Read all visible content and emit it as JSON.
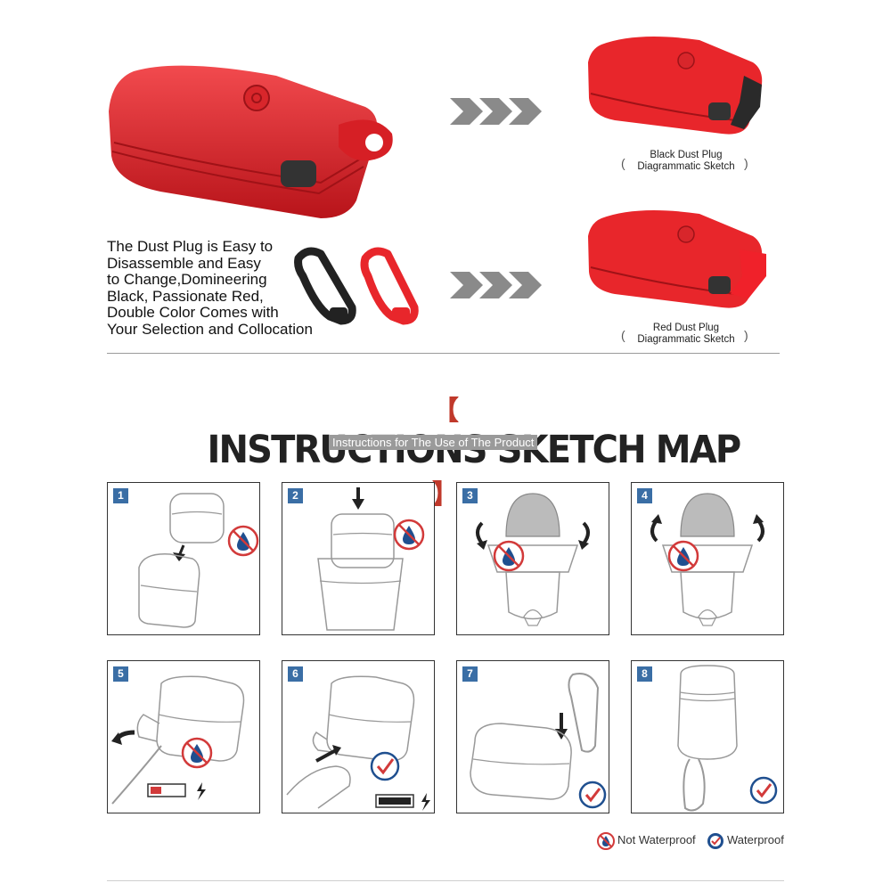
{
  "top": {
    "black_caption_line1": "Black Dust Plug",
    "black_caption_line2": "Diagrammatic Sketch",
    "red_caption_line1": "Red Dust Plug",
    "red_caption_line2": "Diagrammatic Sketch",
    "paren_open": "(",
    "paren_close": ")",
    "description_lines": [
      "The Dust Plug is Easy to",
      "Disassemble and Easy",
      "to Change,Domineering",
      "Black, Passionate Red,",
      "Double Color Comes with",
      "Your Selection and Collocation"
    ]
  },
  "instructions": {
    "bracket_left": "【",
    "title": "INSTRUCTIONS SKETCH MAP",
    "bracket_right": "】",
    "subtitle": "Instructions for The Use of The Product",
    "steps": [
      "1",
      "2",
      "3",
      "4",
      "5",
      "6",
      "7",
      "8"
    ]
  },
  "legend": {
    "not_waterproof": "Not Waterproof",
    "waterproof": "Waterproof"
  },
  "colors": {
    "case_red": "#e8262b",
    "accent_blue": "#3a6ea5",
    "not_waterproof_red": "#d23a3a",
    "waterproof_blue": "#1f4f8f"
  }
}
